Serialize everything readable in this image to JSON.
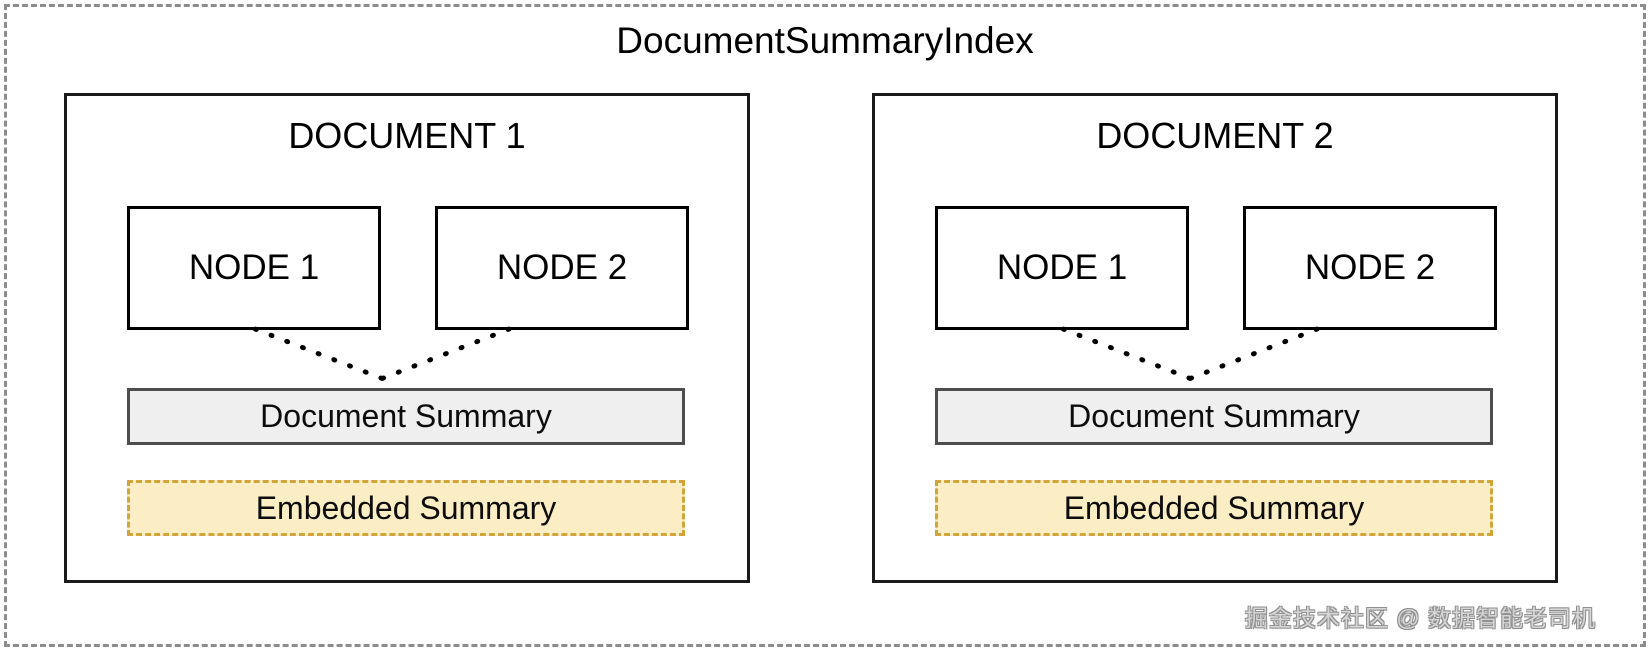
{
  "diagram": {
    "title": "DocumentSummaryIndex",
    "outer_frame_style": "dashed",
    "outer_frame_color": "#8c8c8c",
    "background_color": "#ffffff"
  },
  "documents": [
    {
      "title": "DOCUMENT 1",
      "nodes": [
        {
          "label": "NODE 1"
        },
        {
          "label": "NODE 2"
        }
      ],
      "summary": {
        "label": "Document Summary",
        "fill_color": "#efefef",
        "border_color": "#4d4d4d"
      },
      "embedded": {
        "label": "Embedded Summary",
        "fill_color": "#fbedc4",
        "border_color": "#d2a53c",
        "border_style": "dashed"
      }
    },
    {
      "title": "DOCUMENT 2",
      "nodes": [
        {
          "label": "NODE 1"
        },
        {
          "label": "NODE 2"
        }
      ],
      "summary": {
        "label": "Document Summary",
        "fill_color": "#efefef",
        "border_color": "#4d4d4d"
      },
      "embedded": {
        "label": "Embedded Summary",
        "fill_color": "#fbedc4",
        "border_color": "#d2a53c",
        "border_style": "dashed"
      }
    }
  ],
  "watermark": {
    "text": "掘金技术社区 @ 数据智能老司机"
  }
}
